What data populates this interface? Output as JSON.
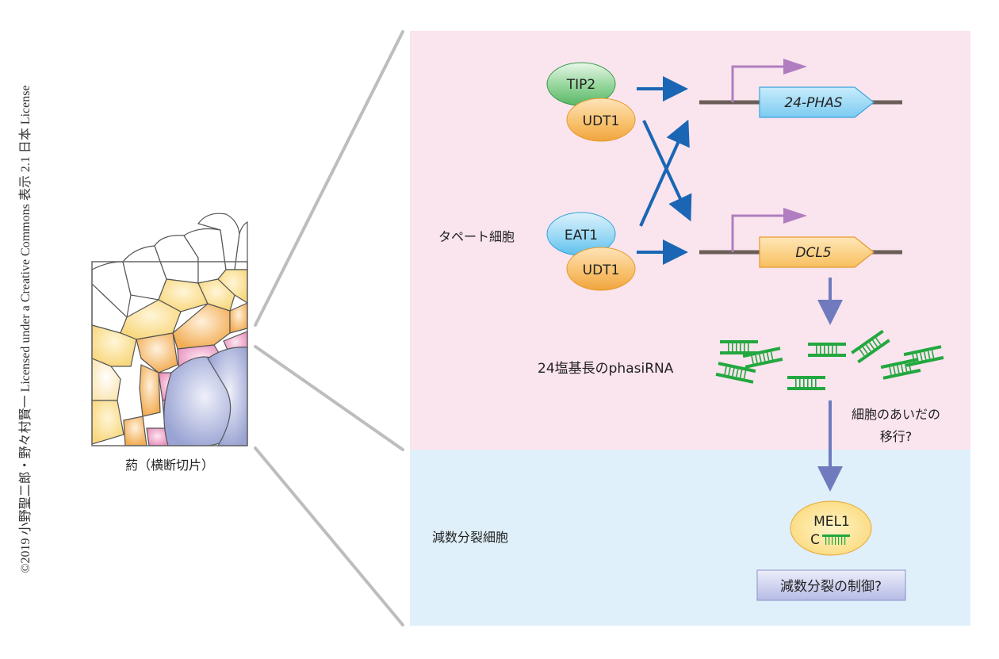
{
  "copyright": "©2019 小野聖二郎・野々村賢一 Licensed under a Creative Commons 表示 2.1 日本 License",
  "anther": {
    "caption": "葯（横断切片）"
  },
  "tapetum_panel": {
    "label": "タペート細胞",
    "color": "#fae4ee",
    "complexes": [
      {
        "partner": "TIP2",
        "partner_color": "#5fbf6a",
        "core": "UDT1",
        "core_color": "#f6b24a"
      },
      {
        "partner": "EAT1",
        "partner_color": "#5ec3ee",
        "core": "UDT1",
        "core_color": "#f6b24a"
      }
    ],
    "genes": [
      {
        "name": "24-PHAS",
        "color": "#8fd3f4"
      },
      {
        "name": "DCL5",
        "color": "#f9c46a"
      }
    ],
    "phasirna_label": "24塩基長のphasiRNA",
    "transport_label_line1": "細胞のあいだの",
    "transport_label_line2": "移行?"
  },
  "meiocyte_panel": {
    "label": "減数分裂細胞",
    "color": "#dff0fa",
    "mel1": {
      "line1": "MEL1",
      "line2": "C"
    },
    "control_label": "減数分裂の制御?"
  },
  "colors": {
    "regulation_arrow": "#1a66b5",
    "promoter_arrow": "#b07ec0",
    "flow_arrow": "#6f7bbd",
    "dna_line": "#6b5e58",
    "sirna": "#22a83e",
    "zoom_lines": "#bdbdbd"
  }
}
